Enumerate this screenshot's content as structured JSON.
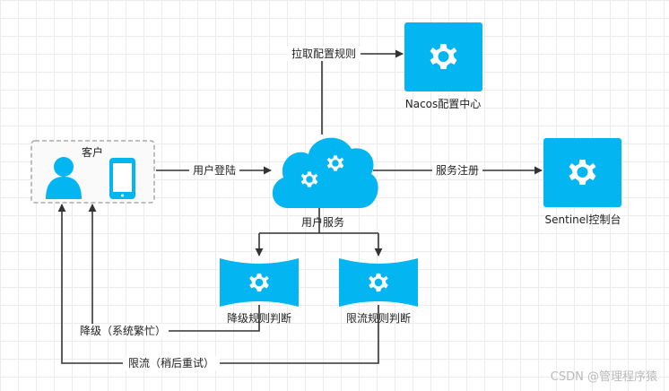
{
  "nodes": {
    "client": {
      "label": "客户"
    },
    "nacos": {
      "label": "Nacos配置中心"
    },
    "sentinel": {
      "label": "Sentinel控制台"
    },
    "user_service": {
      "label": "用户服务"
    },
    "degrade": {
      "label": "降级规则判断"
    },
    "flow": {
      "label": "限流规则判断"
    }
  },
  "edges": {
    "pull_config": "拉取配置规则",
    "user_login": "用户登陆",
    "service_register": "服务注册",
    "degrade_return": "降级（系统繁忙）",
    "flow_return": "限流（稍后重试）"
  },
  "watermark": "CSDN @管理程序猿",
  "colors": {
    "accent": "#03b5f0",
    "line": "#333333",
    "client_border": "#aaaaaa"
  }
}
